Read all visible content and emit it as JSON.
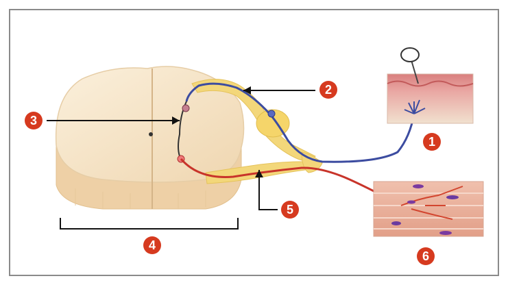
{
  "labels": {
    "receptor": "1",
    "sensory_neuron": "2",
    "interneuron": "3",
    "spinal_cord": "4",
    "motor_neuron": "5",
    "effector_muscle": "6"
  },
  "colors": {
    "label_fill": "#d63a1f",
    "sensory_nerve": "#3c4ca0",
    "motor_nerve": "#c8342a",
    "ganglion": "#f3d77a",
    "cord_tissue": "#f7e6cc",
    "skin": "#e7a6a0",
    "muscle": "#eab2a0",
    "frame_border": "#7a7a7a"
  }
}
